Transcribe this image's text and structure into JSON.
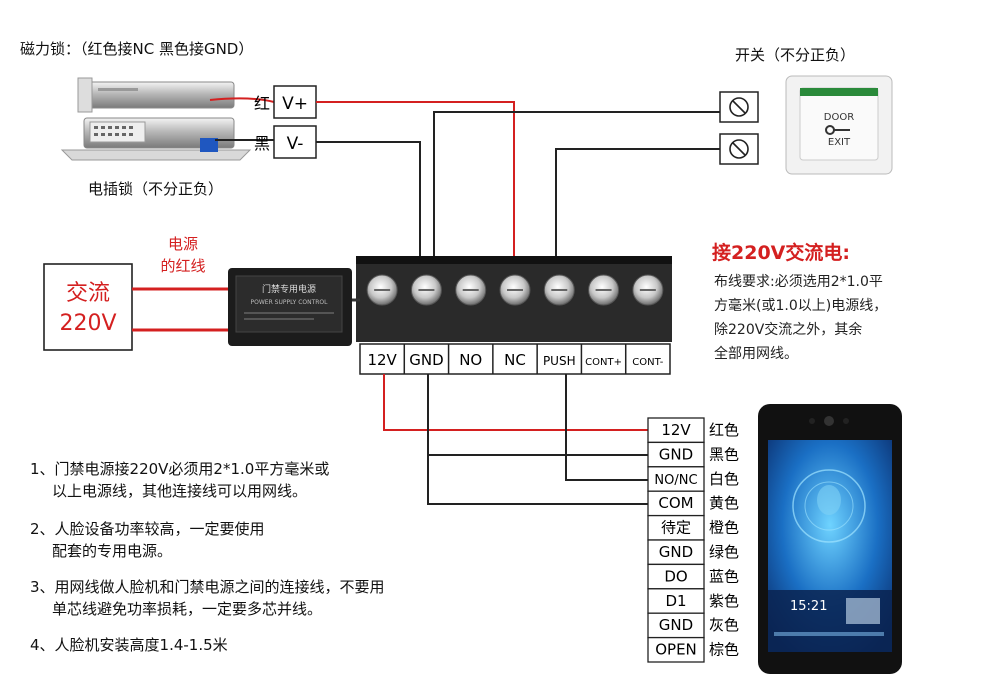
{
  "maglock": {
    "label": "磁力锁：（红色接NC  黑色接GND）",
    "red": "红",
    "black": "黑",
    "vplus": "V+",
    "vminus": "V-",
    "plug_lock": "电插锁（不分正负）"
  },
  "switch": {
    "label": "开关（不分正负）",
    "door": "DOOR",
    "exit": "EXIT"
  },
  "power": {
    "source_red_line": [
      "电源",
      "的红线"
    ],
    "ac_label": [
      "交流",
      "220V"
    ],
    "module_title": "门禁专用电源",
    "module_subtitle": "POWER SUPPLY CONTROL"
  },
  "terminals": [
    "12V",
    "GND",
    "NO",
    "NC",
    "PUSH",
    "CONT+",
    "CONT-"
  ],
  "ac_requirement": {
    "title": "接220V交流电:",
    "lines": [
      "布线要求:必须选用2*1.0平",
      "方毫米(或1.0以上)电源线，",
      "除220V交流之外，其余",
      "全部用网线。"
    ]
  },
  "face_device_pins": [
    {
      "pin": "12V",
      "color": "红色"
    },
    {
      "pin": "GND",
      "color": "黑色"
    },
    {
      "pin": "NO/NC",
      "color": "白色"
    },
    {
      "pin": "COM",
      "color": "黄色"
    },
    {
      "pin": "待定",
      "color": "橙色"
    },
    {
      "pin": "GND",
      "color": "绿色"
    },
    {
      "pin": "DO",
      "color": "蓝色"
    },
    {
      "pin": "D1",
      "color": "紫色"
    },
    {
      "pin": "GND",
      "color": "灰色"
    },
    {
      "pin": "OPEN",
      "color": "棕色"
    }
  ],
  "device_screen": {
    "time": "15:21"
  },
  "notes": [
    [
      "1、门禁电源接220V必须用2*1.0平方毫米或",
      "以上电源线，其他连接线可以用网线。"
    ],
    [
      "2、人脸设备功率较高，一定要使用",
      "配套的专用电源。"
    ],
    [
      "3、用网线做人脸机和门禁电源之间的连接线，不要用",
      "单芯线避免功率损耗，一定要多芯并线。"
    ],
    [
      "4、人脸机安装高度1.4-1.5米"
    ]
  ],
  "colors": {
    "red_wire": "#d42020",
    "black_wire": "#222222",
    "accent_red": "#d42020"
  }
}
